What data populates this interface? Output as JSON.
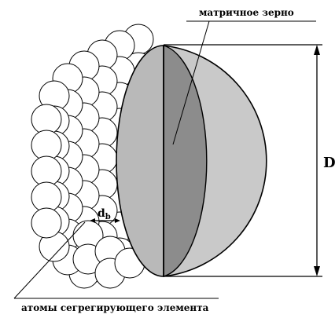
{
  "labels": {
    "matrix_grain": "матричное зерно",
    "segregating_atoms": "атомы сегрегирующего элемента",
    "diameter": "D",
    "atom_diameter_main": "d",
    "atom_diameter_sub": "b"
  },
  "colors": {
    "hemisphere_light": "#c9c9c9",
    "hemisphere_dark": "#8c8c8c",
    "cross_section": "#b9b9b9",
    "atom_fill": "#ffffff",
    "stroke": "#000000"
  }
}
